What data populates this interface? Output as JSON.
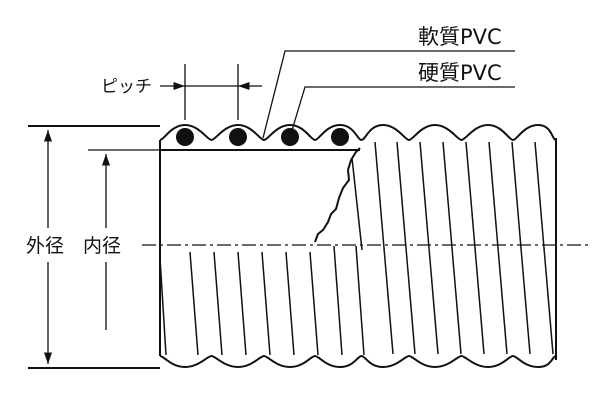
{
  "labels": {
    "soft_pvc": "軟質PVC",
    "hard_pvc": "硬質PVC",
    "pitch": "ピッチ",
    "outer_diameter": "外径",
    "inner_diameter": "内径"
  }
}
